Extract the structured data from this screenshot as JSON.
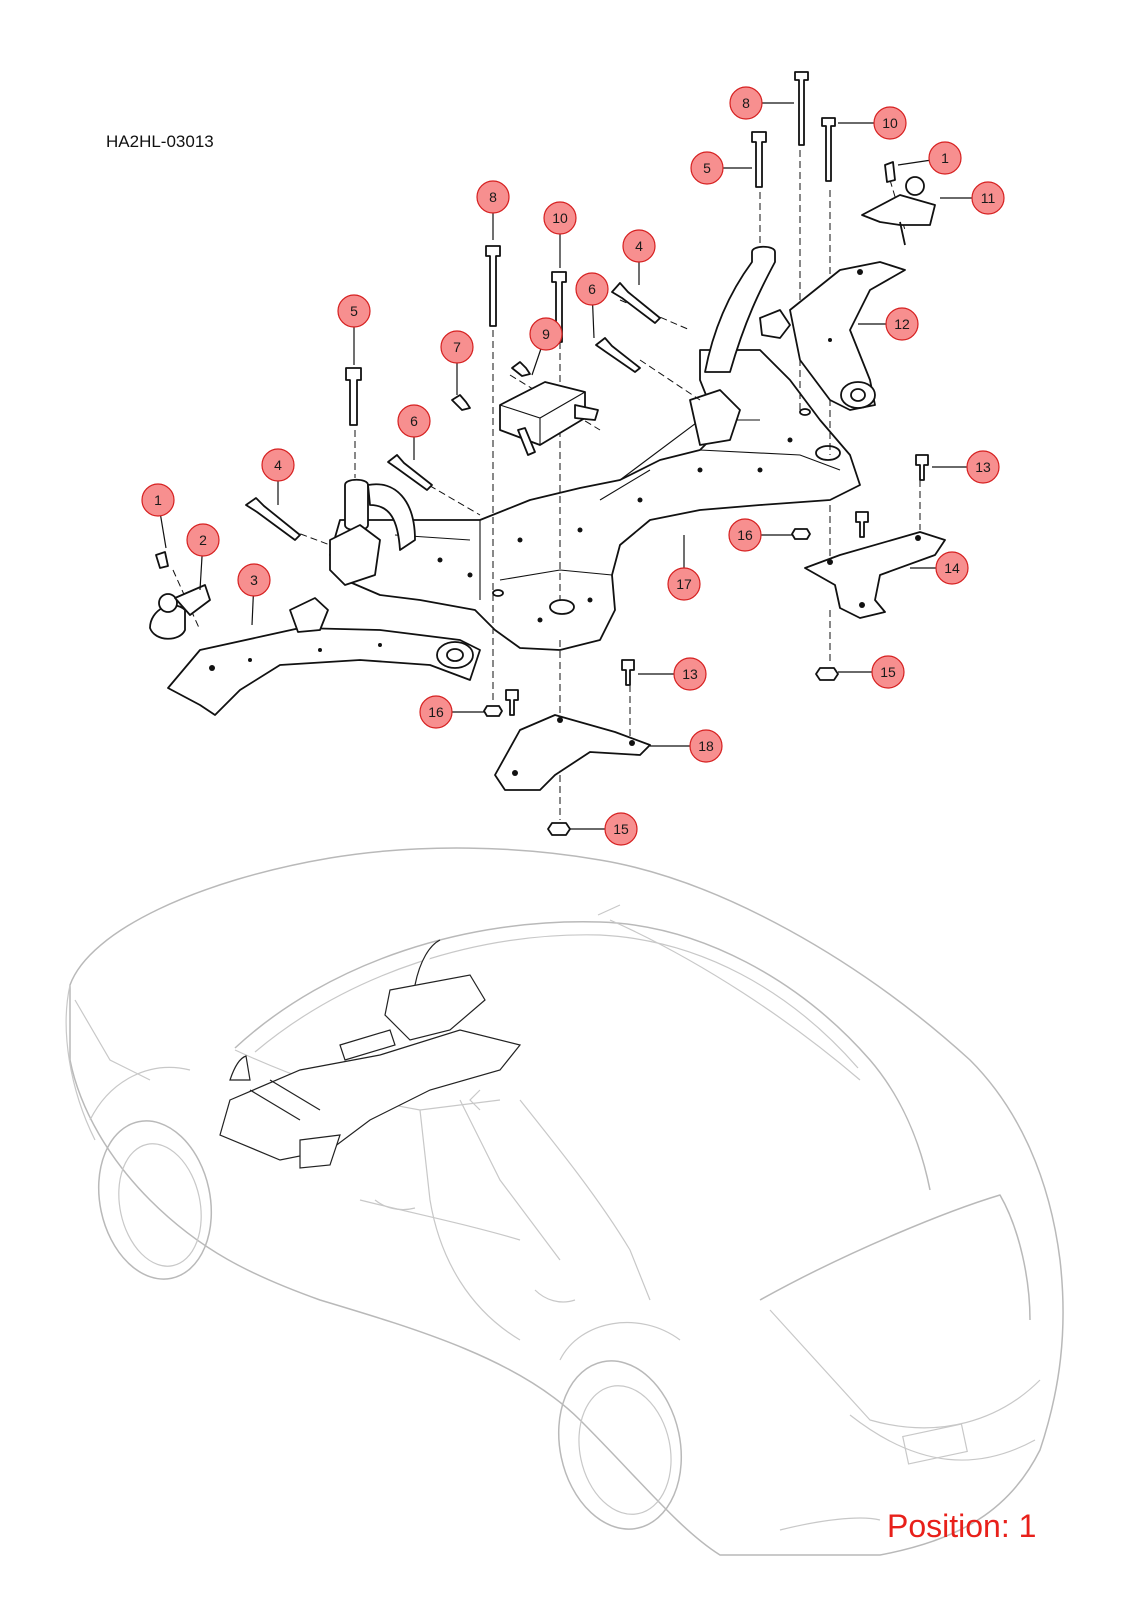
{
  "diagram": {
    "reference_code": "HA2HL-03013",
    "position_label": "Position: 1",
    "callouts": [
      {
        "label": "1"
      },
      {
        "label": "2"
      },
      {
        "label": "3"
      },
      {
        "label": "4"
      },
      {
        "label": "6"
      },
      {
        "label": "5"
      },
      {
        "label": "8"
      },
      {
        "label": "7"
      },
      {
        "label": "10"
      },
      {
        "label": "9"
      },
      {
        "label": "6"
      },
      {
        "label": "4"
      },
      {
        "label": "5"
      },
      {
        "label": "8"
      },
      {
        "label": "10"
      },
      {
        "label": "1"
      },
      {
        "label": "11"
      },
      {
        "label": "12"
      },
      {
        "label": "13"
      },
      {
        "label": "16"
      },
      {
        "label": "17"
      },
      {
        "label": "14"
      },
      {
        "label": "15"
      },
      {
        "label": "16"
      },
      {
        "label": "13"
      },
      {
        "label": "18"
      },
      {
        "label": "15"
      }
    ]
  },
  "colors": {
    "callout_fill": "#f78f8f",
    "callout_stroke": "#d62020",
    "position_text": "#e8201a",
    "line_art": "#111111",
    "car_outline": "#b9b9b9"
  }
}
